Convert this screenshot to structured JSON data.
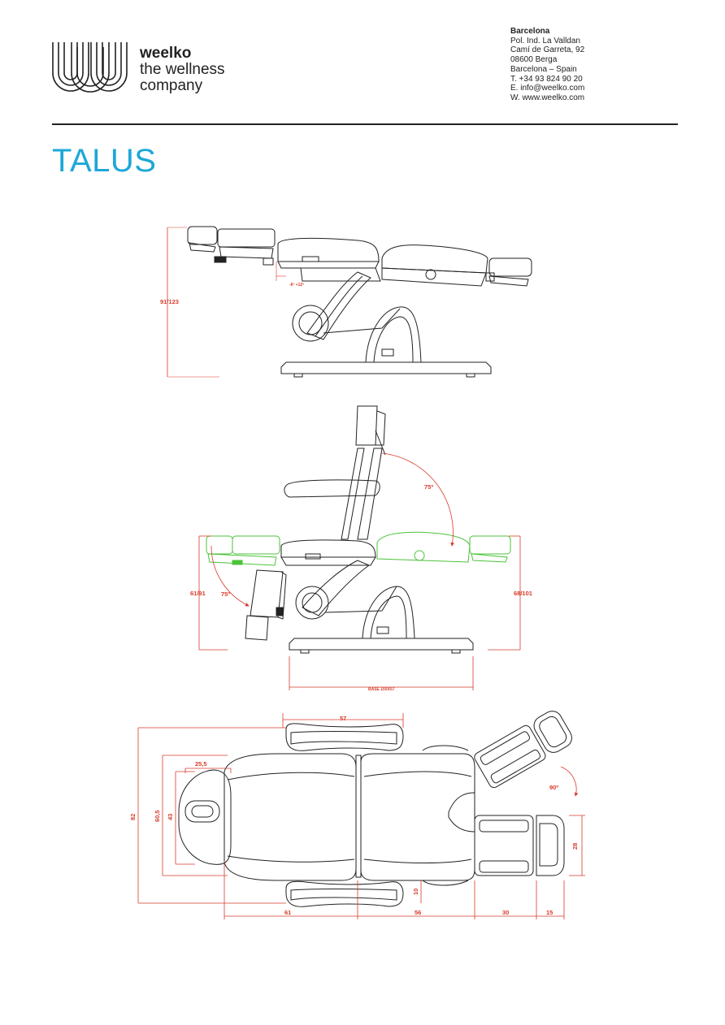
{
  "brand": {
    "line1": "weelko",
    "line2": "the wellness",
    "line3": "company"
  },
  "address": {
    "city": "Barcelona",
    "lines": [
      "Pol. Ind. La Valldan",
      "Camí de Garreta, 92",
      "08600 Berga",
      "Barcelona – Spain",
      "T. +34 93 824 90 20",
      "E. info@weelko.com",
      "W. www.weelko.com"
    ]
  },
  "title": "TALUS",
  "colors": {
    "title": "#1ea7d8",
    "dimension": "#d93a2b",
    "alternate_position": "#4cc33b",
    "line": "#222222"
  },
  "views": {
    "side": {
      "height": "91/123",
      "tilt": "-6º  +12º"
    },
    "chair": {
      "back_angle": "75º",
      "leg_angle": "75º",
      "height_left": "61/91",
      "height_right": "68/101",
      "base": "BASE 105X57"
    },
    "top": {
      "armrest_width": "57",
      "head_width": "25,5",
      "total_width": "82",
      "seat_width": "60,5",
      "head_length": "43",
      "arm_offset": "10",
      "foot_width": "28",
      "foot_angle": "90º",
      "seg_back": "61",
      "seg_seat": "56",
      "seg_leg": "30",
      "seg_foot": "15"
    }
  }
}
